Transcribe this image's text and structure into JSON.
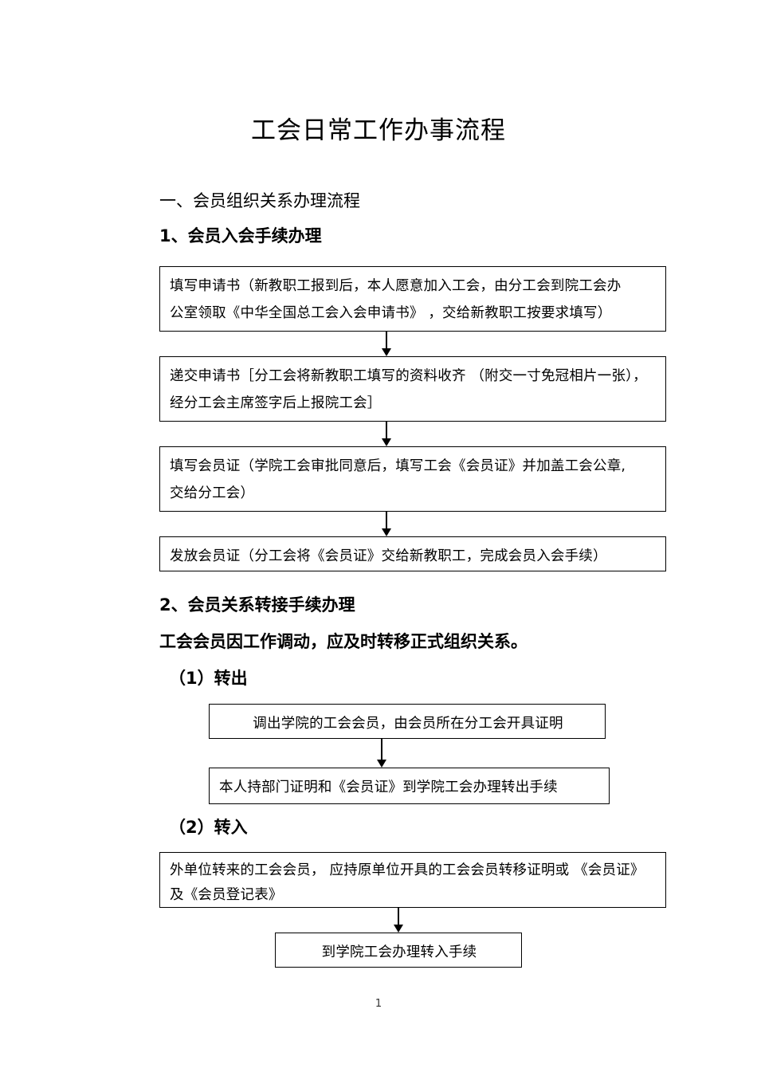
{
  "document": {
    "title": "工会日常工作办事流程",
    "page_number": "1"
  },
  "sections": {
    "section1_heading": "一、会员组织关系办理流程",
    "sub1_heading": "1、会员入会手续办理",
    "sub2_heading": "2、会员关系转接手续办理",
    "sub2_note": "工会会员因工作调动，应及时转移正式组织关系。",
    "transfer_out_heading": "（1）转出",
    "transfer_in_heading": "（2）转入"
  },
  "flow_membership": {
    "step1_line1": "填写申请书（新教职工报到后，本人愿意加入工会，由分工会到院工会办",
    "step1_line2": "公室领取《中华全国总工会入会申请书》  ，交给新教职工按要求填写）",
    "step2_line1": "递交申请书［分工会将新教职工填写的资料收齐  （附交一寸免冠相片一张），",
    "step2_line2": "经分工会主席签字后上报院工会］",
    "step3_line1": "填写会员证（学院工会审批同意后，填写工会《会员证》并加盖工会公章,",
    "step3_line2": "交给分工会）",
    "step4_line1": "发放会员证（分工会将《会员证》交给新教职工，完成会员入会手续）"
  },
  "flow_transfer_out": {
    "step1": "调出学院的工会会员，由会员所在分工会开具证明",
    "step2": "本人持部门证明和《会员证》到学院工会办理转出手续"
  },
  "flow_transfer_in": {
    "step1_line1": "外单位转来的工会会员，  应持原单位开具的工会会员转移证明或  《会员证》",
    "step1_line2": "及《会员登记表》",
    "step2": "到学院工会办理转入手续"
  }
}
